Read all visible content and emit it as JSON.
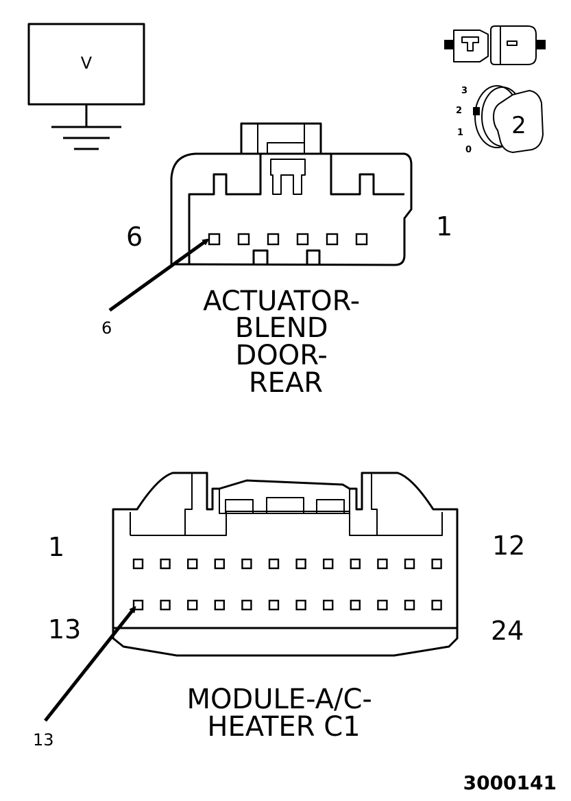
{
  "meter": {
    "symbol": "V"
  },
  "ignition": {
    "positions": [
      "3",
      "2",
      "1",
      "0"
    ],
    "selected": "2"
  },
  "connector_top": {
    "name_lines": [
      "ACTUATOR-",
      "BLEND",
      "DOOR-",
      "REAR"
    ],
    "left_pin_label": "6",
    "right_pin_label": "1",
    "pointer_label": "6",
    "pin_count": 6
  },
  "connector_bottom": {
    "name_lines": [
      "MODULE-A/C-",
      "HEATER C1"
    ],
    "top_left_label": "1",
    "top_right_label": "12",
    "bottom_left_label": "13",
    "bottom_right_label": "24",
    "pointer_label": "13",
    "pins_per_row": 12
  },
  "figure_number": "3000141"
}
